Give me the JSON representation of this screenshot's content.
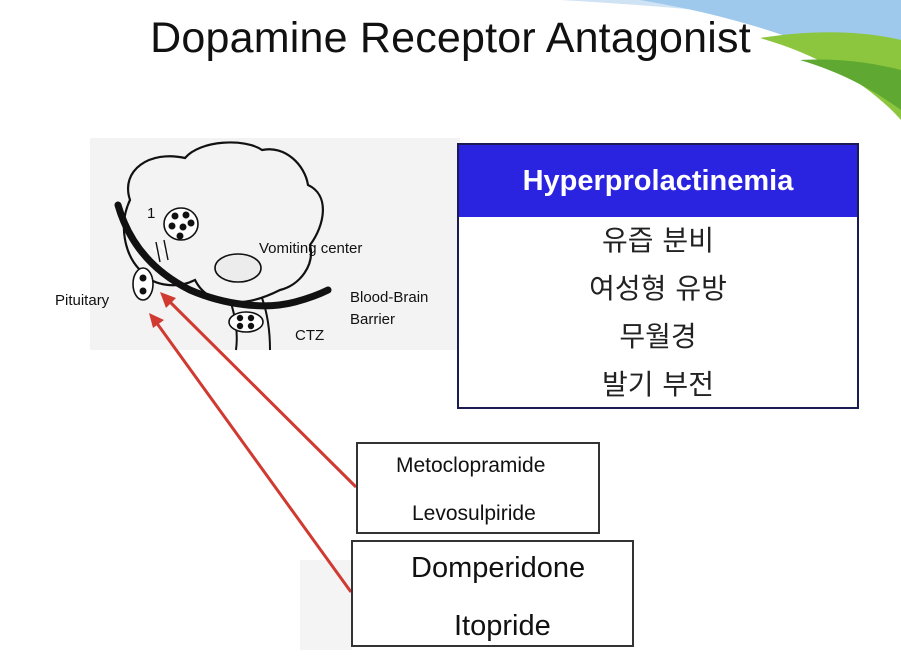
{
  "slide": {
    "title": "Dopamine Receptor Antagonist"
  },
  "diagram": {
    "labels": {
      "region_number": "1",
      "vomiting_center": "Vomiting center",
      "pituitary": "Pituitary",
      "bbb_line1": "Blood-Brain",
      "bbb_line2": "Barrier",
      "ctz": "CTZ"
    }
  },
  "side_effects": {
    "header": "Hyperprolactinemia",
    "items": [
      "유즙 분비",
      "여성형 유방",
      "무월경",
      "발기 부전"
    ]
  },
  "drug_groups": [
    {
      "drugs": [
        "Metoclopramide",
        "Levosulpiride"
      ]
    },
    {
      "drugs": [
        "Domperidone",
        "Itopride"
      ]
    }
  ],
  "colors": {
    "header_bg": "#2a23e0",
    "arrow": "#d03a30",
    "corner_green": "#8cc63f",
    "corner_blue": "#9ec9ec"
  }
}
